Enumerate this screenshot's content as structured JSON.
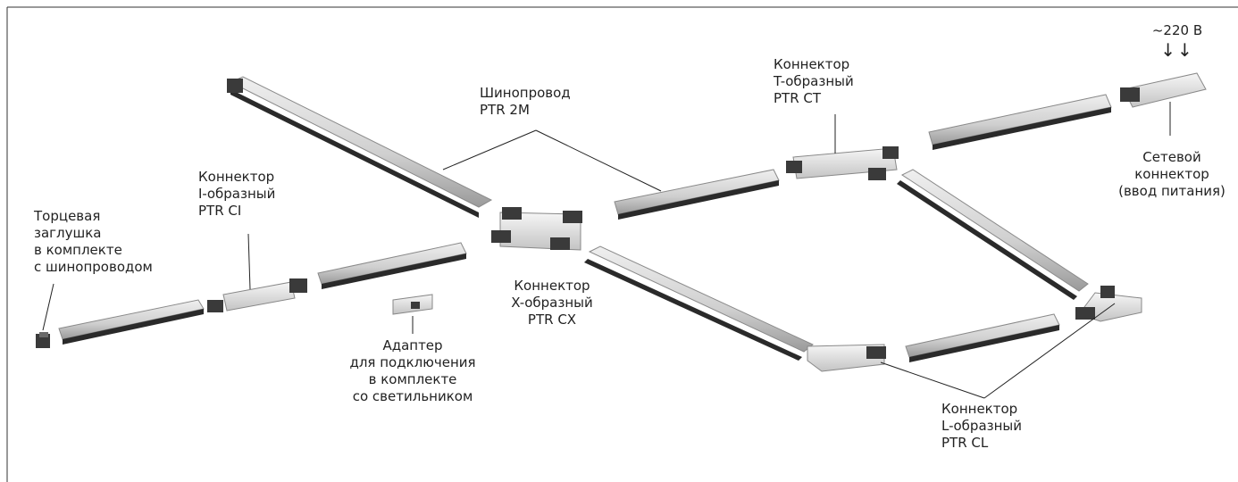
{
  "labels": {
    "end_cap": [
      "Торцевая",
      "заглушка",
      "в комплекте",
      "с шинопроводом"
    ],
    "connector_i": [
      "Коннектор",
      "I-образный",
      "PTR CI"
    ],
    "track_2m": [
      "Шинопровод",
      "PTR 2M"
    ],
    "connector_x": [
      "Коннектор",
      "X-образный",
      "PTR CX"
    ],
    "adapter": [
      "Адаптер",
      "для подключения",
      "в комплекте",
      "со светильником"
    ],
    "connector_t": [
      "Коннектор",
      "T-образный",
      "PTR CT"
    ],
    "power": "~220 В",
    "power_arrows": "↓↓",
    "network_connector": [
      "Сетевой",
      "коннектор",
      "(ввод питания)"
    ],
    "connector_l": [
      "Коннектор",
      "L-образный",
      "PTR CL"
    ]
  },
  "colors": {
    "rail_body": "#d7d7d7",
    "rail_shadow": "#9a9a9a",
    "rail_slot": "#2a2a2a",
    "connector_body": "#e8e8e8",
    "connector_dark": "#3a3a3a",
    "leader_line": "#222222",
    "frame": "#333333"
  }
}
